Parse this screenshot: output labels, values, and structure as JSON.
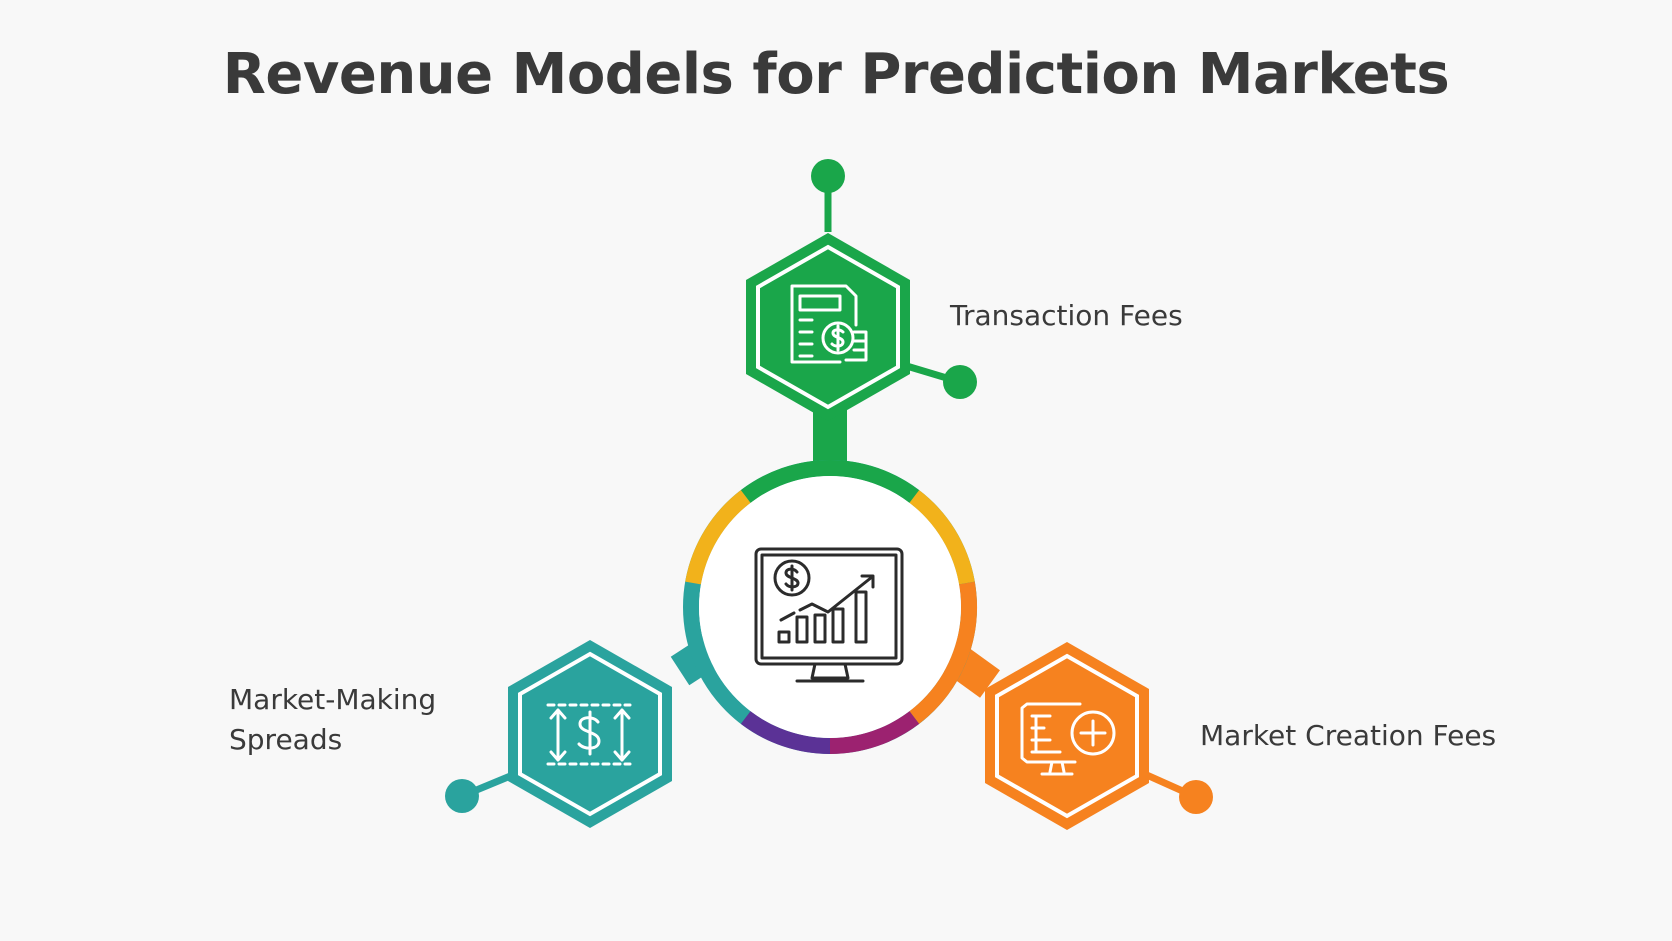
{
  "title": "Revenue Models for Prediction Markets",
  "center": {
    "icon": "monitor-growth-chart-icon"
  },
  "items": [
    {
      "label": "Transaction Fees",
      "icon": "invoice-dollar-coins-icon",
      "color": "#1aa64a"
    },
    {
      "label_line1": "Market-Making",
      "label_line2": "Spreads",
      "icon": "dollar-spread-arrows-icon",
      "color": "#2aa39e"
    },
    {
      "label": "Market Creation Fees",
      "icon": "monitor-add-icon",
      "color": "#f6821f"
    }
  ],
  "ring_colors": {
    "green": "#1aa64a",
    "yellow": "#f2b21b",
    "teal": "#2aa39e",
    "purple": "#5b3296",
    "magenta": "#9c2270",
    "orange": "#f6821f"
  }
}
